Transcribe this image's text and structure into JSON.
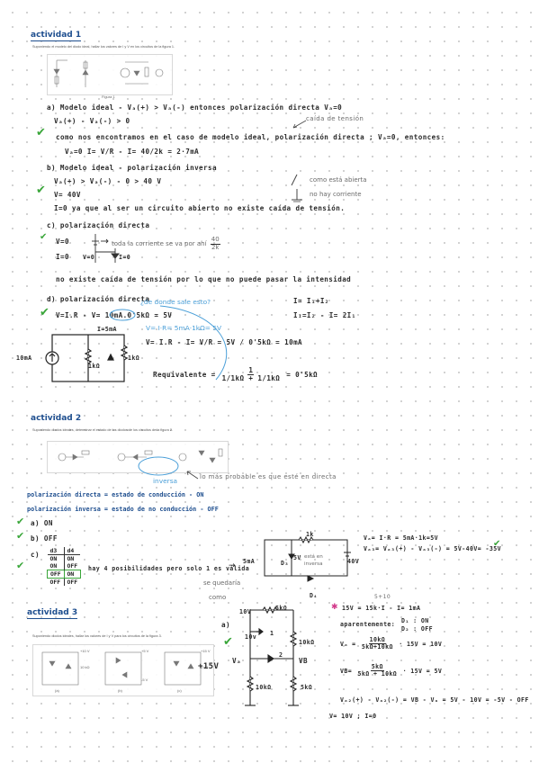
{
  "act1": {
    "title": "actividad 1",
    "prompt": "Suponiendo el modelo del diodo ideal, hallar los valores de I y V en los circuitos de la figura 1.",
    "fig_caption": "Figura 1",
    "a_line1": "a) Modelo ideal - Vₐ(+) > Vₐ(-) entonces polarización directa Vₐ=0",
    "a_line2": "Vₐ(+) - Vₐ(-) > 0",
    "a_caida": "caída de tensión",
    "a_line3": "como nos encontramos en el caso de modelo ideal, polarización directa ; Vₐ=0, entonces:",
    "a_line4": "Vₐ=0   I= V/R - I= 40/2k = 2·7mA",
    "b_line1": "b) Modelo ideal - polarización inversa",
    "b_line2": "Vₐ(+) > Vₐ(-) - 0 > 40 V",
    "b_line3": "V= 40V",
    "b_line4": "I=0  ya que al ser un circuito abierto no existe caída de tensión.",
    "b_note1": "como está abierta",
    "b_note2": "no hay corriente",
    "c_line1": "c) polarización directa",
    "c_line2": "V=0",
    "c_line3": "I=0",
    "c_note": "toda la corriente se va por ahí",
    "c_frac_n": "40",
    "c_frac_d": "2k",
    "c_v0": "V=0",
    "c_i0": "I=0",
    "c_line4": "no existe caída de tensión por lo que no puede pasar la intensidad",
    "d_line1": "d) polarización directa",
    "d_line2": "V=I.R - V= 10mA.0'5kΩ = 5V",
    "d_question": "¿de donde sale esto?",
    "d_right1": "I= I₁+I₂",
    "d_right2": "I₁=I₂ - I= 2I₁",
    "d_i5": "I=5mA",
    "d_vir": "V= I·R= 5mA·1kΩ= 5V",
    "d_calc": "V= I.R - I= V/R = 5V / 0'5kΩ = 10mA",
    "d_req": "Requivalente =",
    "d_req_n": "1",
    "d_req_d1": "1/1kΩ",
    "d_req_d2": "1/1kΩ",
    "d_req_res": "= 0'5kΩ",
    "d_10ma": "10mA",
    "d_r1": "1kΩ",
    "d_r2": "1kΩ"
  },
  "act2": {
    "title": "actividad 2",
    "prompt": "Suponiendo diodos ideales, determinar el estado de los diodos de los circuitos de la figura 2.",
    "inversa": "inversa",
    "note": "lo más probable es que esté en directa",
    "pd": "polarización directa = estado de conducción - ON",
    "pi": "polarización inversa = estado de no conducción - OFF",
    "a": "a) ON",
    "b": "b) OFF",
    "c": "c)",
    "table_head": [
      "d3",
      "d4"
    ],
    "table_rows": [
      [
        "ON",
        "ON"
      ],
      [
        "ON",
        "OFF"
      ],
      [
        "OFF",
        "ON"
      ],
      [
        "OFF",
        "OFF"
      ]
    ],
    "hay": "hay 4 posibilidades pero solo 1 es válida",
    "sequedaria1": "se quedaría",
    "sequedaria2": "como",
    "c_5ma": "5mA",
    "c_1k": "1k",
    "c_40v": "40V",
    "c_5v": "5V",
    "c_estaen": "está en",
    "c_inversa": "inversa",
    "c_d3": "D₃",
    "c_d4": "D₄",
    "c_va": "Vₐ= I·R = 5mA·1k=5V",
    "c_vd": "Vₐ₃= Vₐ₃(+) - Vₐ₃(-) = 5V-40V= -35V"
  },
  "act3": {
    "title": "actividad 3",
    "prompt": "Suponiendo diodos ideales, hallar los valores de I y V para los circuitos de la figura 3.",
    "a": "a)",
    "n10v_top": "10V",
    "n5k_top": "5kΩ",
    "n10v_left": "10v",
    "n10k_right": "10kΩ",
    "n10k_left": "10kΩ",
    "n5k_right": "5kΩ",
    "va": "Vₐ",
    "vb": "VB",
    "d1": "1",
    "d2": "2",
    "line1": "15V = 15k·I - I= 1mA",
    "line1_note": "5+10",
    "aparente": "aparentemente:",
    "d1on": "D₁ : ON",
    "d2off": "D₂ : OFF",
    "va_lbl": "Vₐ =",
    "va_n": "10kΩ",
    "va_d": "5kΩ+10kΩ",
    "va_res": "· 15V = 10V",
    "vb_lbl": "VB=",
    "vb_n": "5kΩ",
    "vb_d": "5kΩ + 10kΩ",
    "vb_res": "· 15V = 5V",
    "vd2": "Vₐ₂(+) - Vₐ₂(-) = VB - Vₐ = 5V - 10V = -5V - OFF",
    "final": "V= 10V ; I=0",
    "fig_labels": [
      "(a)",
      "(b)",
      "(c)"
    ],
    "fig_vals": [
      "+10 V",
      "+5 V",
      "-5 V",
      "10 kΩ",
      "5 kΩ",
      "+15 V"
    ]
  },
  "colors": {
    "title": "#1f4f8f",
    "check": "#3aa63a",
    "note_blue": "#4a9fd8",
    "star": "#d23a8a"
  }
}
